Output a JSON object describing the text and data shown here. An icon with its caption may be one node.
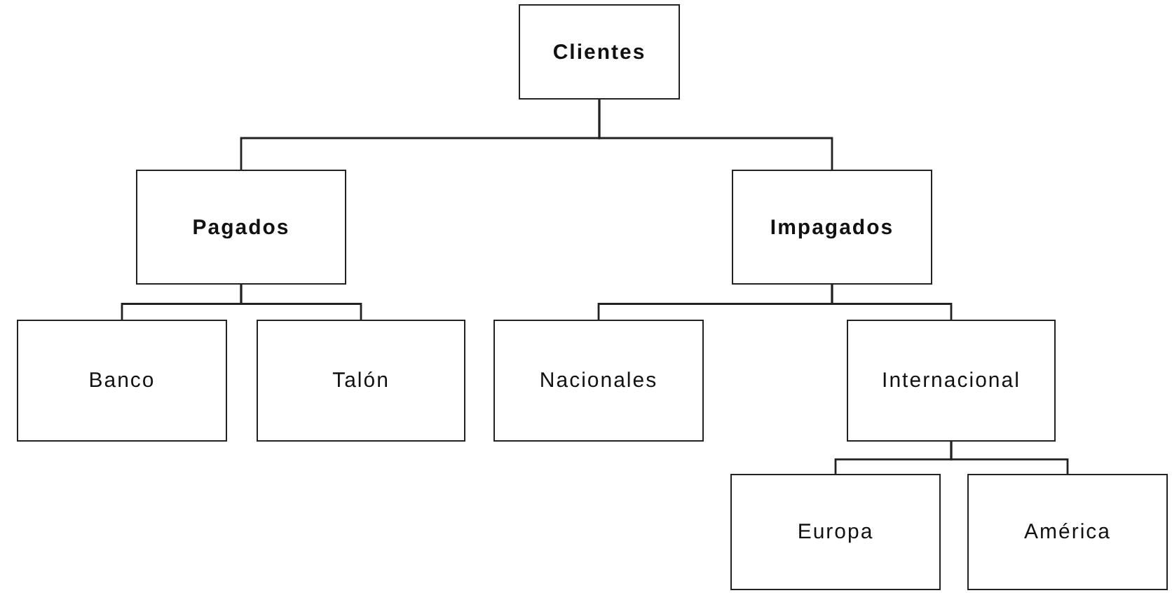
{
  "diagram": {
    "nodes": [
      {
        "text": [
          "Clientes"
        ]
      },
      {
        "text": [
          "Pagados"
        ]
      },
      {
        "text": [
          "Impagados"
        ]
      },
      {
        "text": [
          "Banco"
        ]
      },
      {
        "text": [
          "Talón"
        ]
      },
      {
        "text": [
          "Nacionales"
        ]
      },
      {
        "text": [
          "Internacional"
        ]
      },
      {
        "text": [
          "Europa"
        ]
      },
      {
        "text": [
          "América"
        ]
      }
    ],
    "edges": [
      {
        "from": 0,
        "to": 1,
        "arrow": "none"
      },
      {
        "from": 0,
        "to": 2,
        "arrow": "none"
      },
      {
        "from": 1,
        "to": 3,
        "arrow": "none"
      },
      {
        "from": 1,
        "to": 4,
        "arrow": "none"
      },
      {
        "from": 2,
        "to": 5,
        "arrow": "none"
      },
      {
        "from": 2,
        "to": 6,
        "arrow": "none"
      },
      {
        "from": 6,
        "to": 7,
        "arrow": "none"
      },
      {
        "from": 6,
        "to": 8,
        "arrow": "none"
      }
    ]
  }
}
